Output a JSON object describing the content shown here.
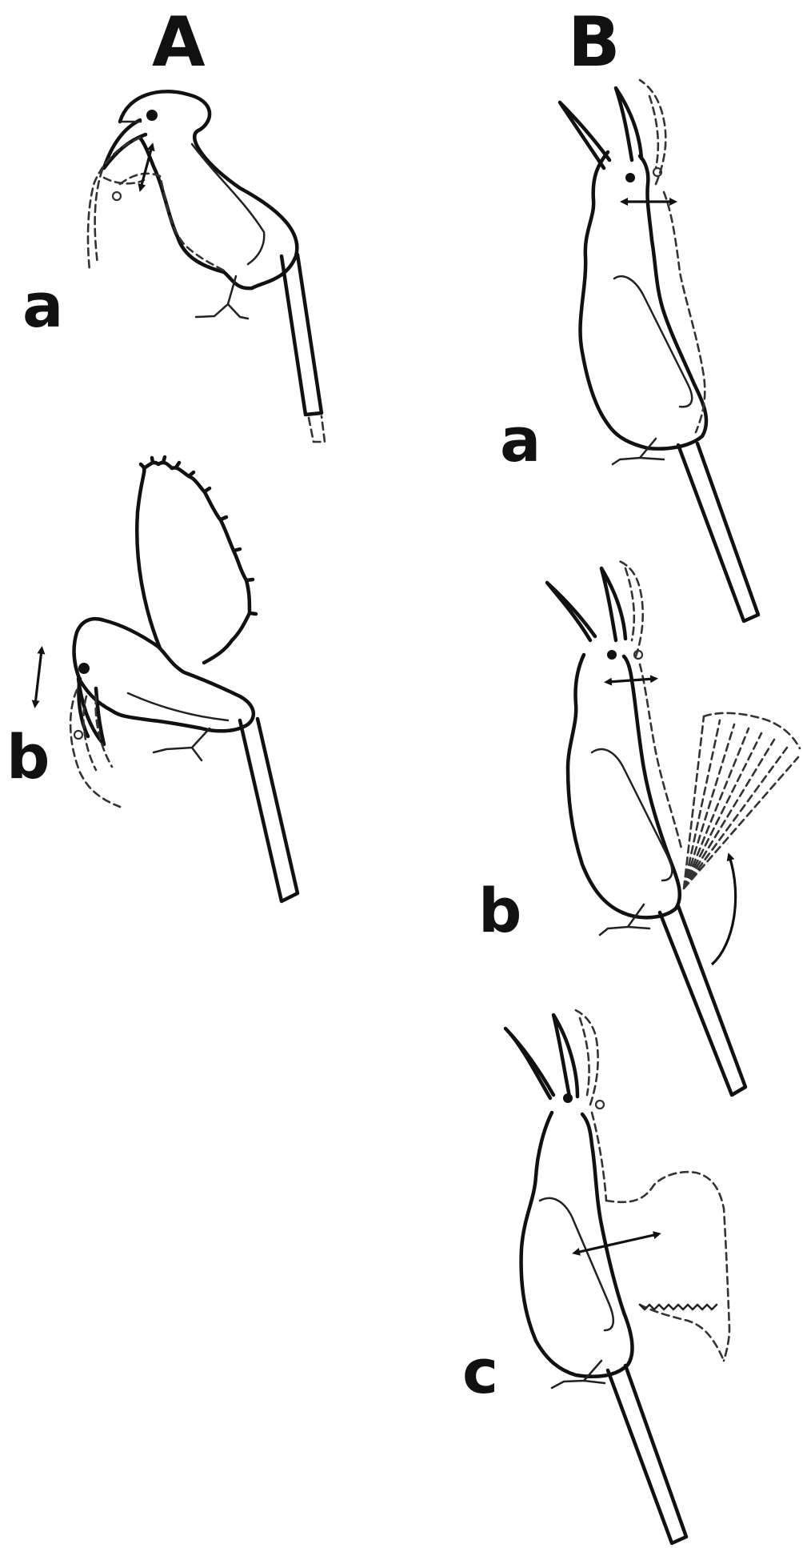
{
  "panels": [
    {
      "id": "A",
      "label": "A",
      "sub_labels": [
        "a",
        "b"
      ]
    },
    {
      "id": "B",
      "label": "B",
      "sub_labels": [
        "a",
        "b",
        "c"
      ]
    }
  ]
}
